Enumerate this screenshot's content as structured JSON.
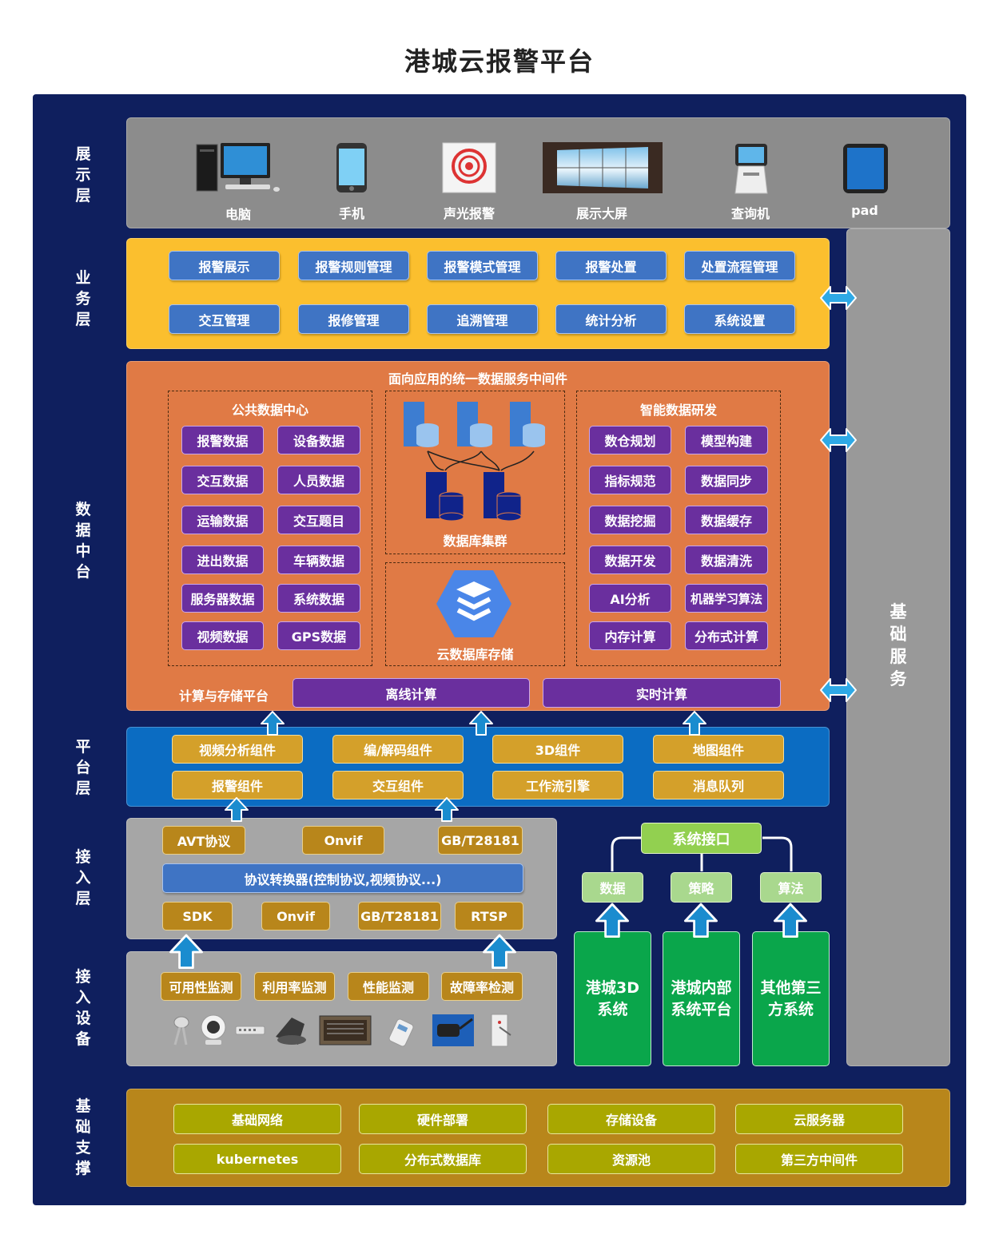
{
  "title": "港城云报警平台",
  "layers": {
    "display": "展示层",
    "business": "业务层",
    "data_center": "数据中台",
    "platform": "平台层",
    "access": "接入层",
    "devices": "接入设备",
    "infra": "基础支撑"
  },
  "base_services": "基础服务",
  "display_devices": [
    "电脑",
    "手机",
    "声光报警",
    "展示大屏",
    "查询机",
    "pad"
  ],
  "business_items": [
    "报警展示",
    "报警规则管理",
    "报警模式管理",
    "报警处置",
    "处置流程管理",
    "交互管理",
    "报修管理",
    "追溯管理",
    "统计分析",
    "系统设置"
  ],
  "data_center": {
    "title": "面向应用的统一数据服务中间件",
    "public_title": "公共数据中心",
    "public_items": [
      "报警数据",
      "设备数据",
      "交互数据",
      "人员数据",
      "运输数据",
      "交互题目",
      "进出数据",
      "车辆数据",
      "服务器数据",
      "系统数据",
      "视频数据",
      "GPS数据"
    ],
    "db_cluster": "数据库集群",
    "cloud_storage": "云数据库存储",
    "smart_title": "智能数据研发",
    "smart_items": [
      "数仓规划",
      "模型构建",
      "指标规范",
      "数据同步",
      "数据挖掘",
      "数据缓存",
      "数据开发",
      "数据清洗",
      "AI分析",
      "机器学习算法",
      "内存计算",
      "分布式计算"
    ],
    "compute_label": "计算与存储平台",
    "compute_items": [
      "离线计算",
      "实时计算"
    ]
  },
  "platform_items": [
    "视频分析组件",
    "编/解码组件",
    "3D组件",
    "地图组件",
    "报警组件",
    "交互组件",
    "工作流引擎",
    "消息队列"
  ],
  "access": {
    "top": [
      "AVT协议",
      "Onvif",
      "GB/T28181"
    ],
    "converter": "协议转换器(控制协议,视频协议...)",
    "bottom": [
      "SDK",
      "Onvif",
      "GB/T28181",
      "RTSP"
    ]
  },
  "monitors": [
    "可用性监测",
    "利用率监测",
    "性能监测",
    "故障率检测"
  ],
  "system_interface": {
    "title": "系统接口",
    "items": [
      "数据",
      "策略",
      "算法"
    ],
    "systems": [
      "港城3D系统",
      "港城内部系统平台",
      "其他第三方系统"
    ]
  },
  "infra_items": [
    "基础网络",
    "硬件部署",
    "存储设备",
    "云服务器",
    "kubernetes",
    "分布式数据库",
    "资源池",
    "第三方中间件"
  ],
  "colors": {
    "outer": "#0f1f5e",
    "display_bg": "#8c8c8c",
    "business_bg": "#fbbf2e",
    "data_bg": "#e07a45",
    "platform_bg": "#0b6cc2",
    "access_bg": "#a6a6a6",
    "infra_bg": "#b8861b",
    "base_service_bg": "#999999"
  }
}
